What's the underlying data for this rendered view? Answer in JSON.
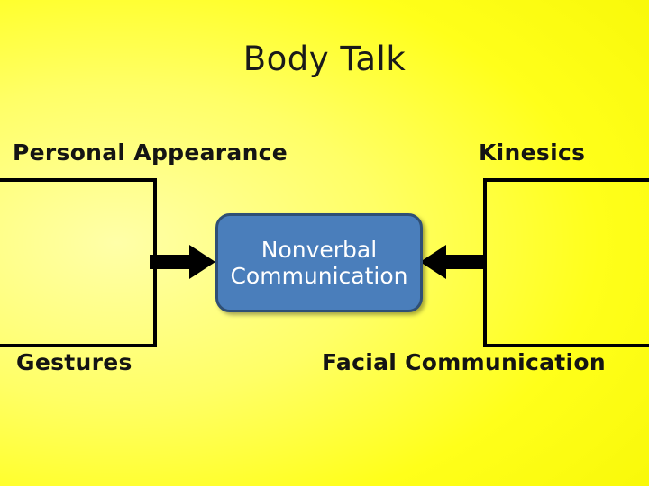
{
  "slide": {
    "title": "Body Talk",
    "background_color": "#ffff33",
    "center_node": {
      "label": "Nonverbal\nCommunication",
      "fill_color": "#4a7ebb",
      "border_color": "#2f4f75",
      "text_color": "#ffffff"
    },
    "labels": {
      "top_left": "Personal Appearance",
      "top_right": "Kinesics",
      "bottom_left": "Gestures",
      "bottom_right": "Facial Communication"
    },
    "arrows": [
      {
        "name": "arrow-from-left",
        "direction": "right",
        "color": "#000000"
      },
      {
        "name": "arrow-from-right",
        "direction": "left",
        "color": "#000000"
      }
    ],
    "boxes": [
      {
        "name": "left-outline-box",
        "border_color": "#000000"
      },
      {
        "name": "right-outline-box",
        "border_color": "#000000"
      }
    ]
  }
}
